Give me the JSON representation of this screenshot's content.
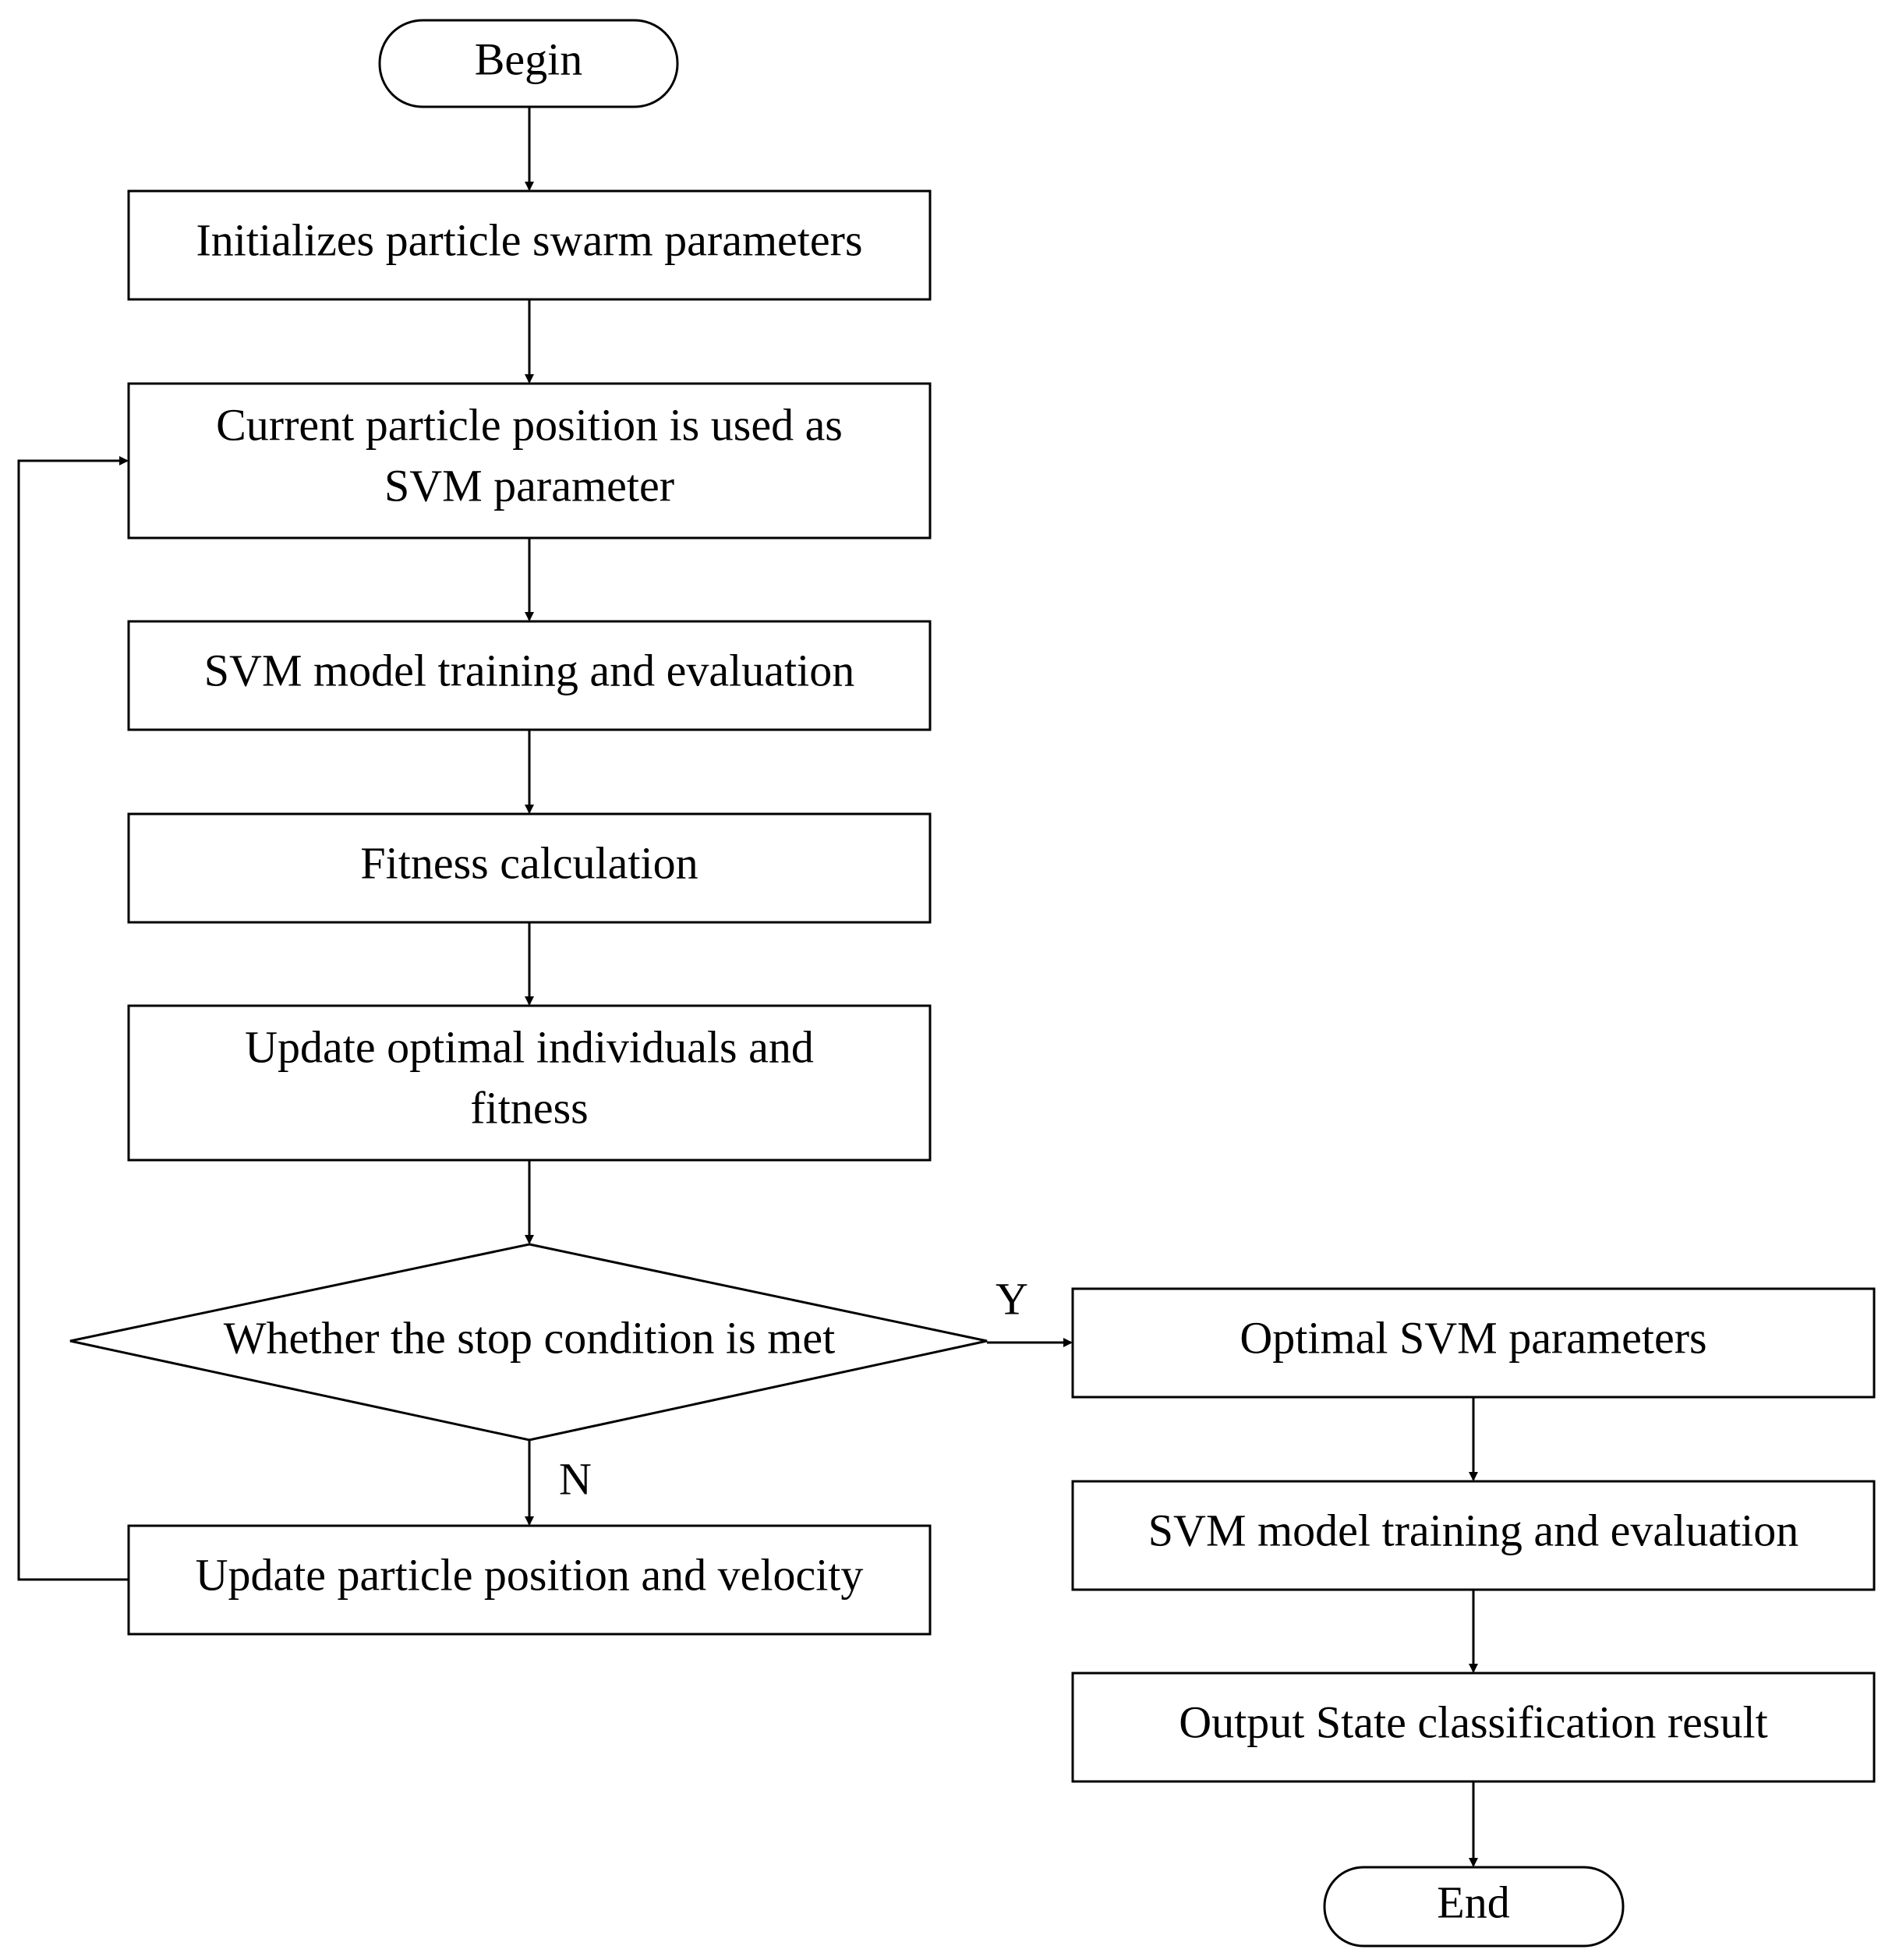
{
  "nodes": {
    "begin": "Begin",
    "init": "Initializes particle swarm parameters",
    "current_line1": "Current particle position is used as",
    "current_line2": "SVM parameter",
    "train1": "SVM model training and evaluation",
    "fitness": "Fitness calculation",
    "update_line1": "Update optimal individuals and",
    "update_line2": "fitness",
    "decision": "Whether the stop condition is met",
    "update_pos": "Update particle position and velocity",
    "optimal": "Optimal SVM parameters",
    "train2": "SVM model training and evaluation",
    "output": "Output State classification result",
    "end": "End"
  },
  "edges": {
    "yes_label": "Y",
    "no_label": "N"
  }
}
